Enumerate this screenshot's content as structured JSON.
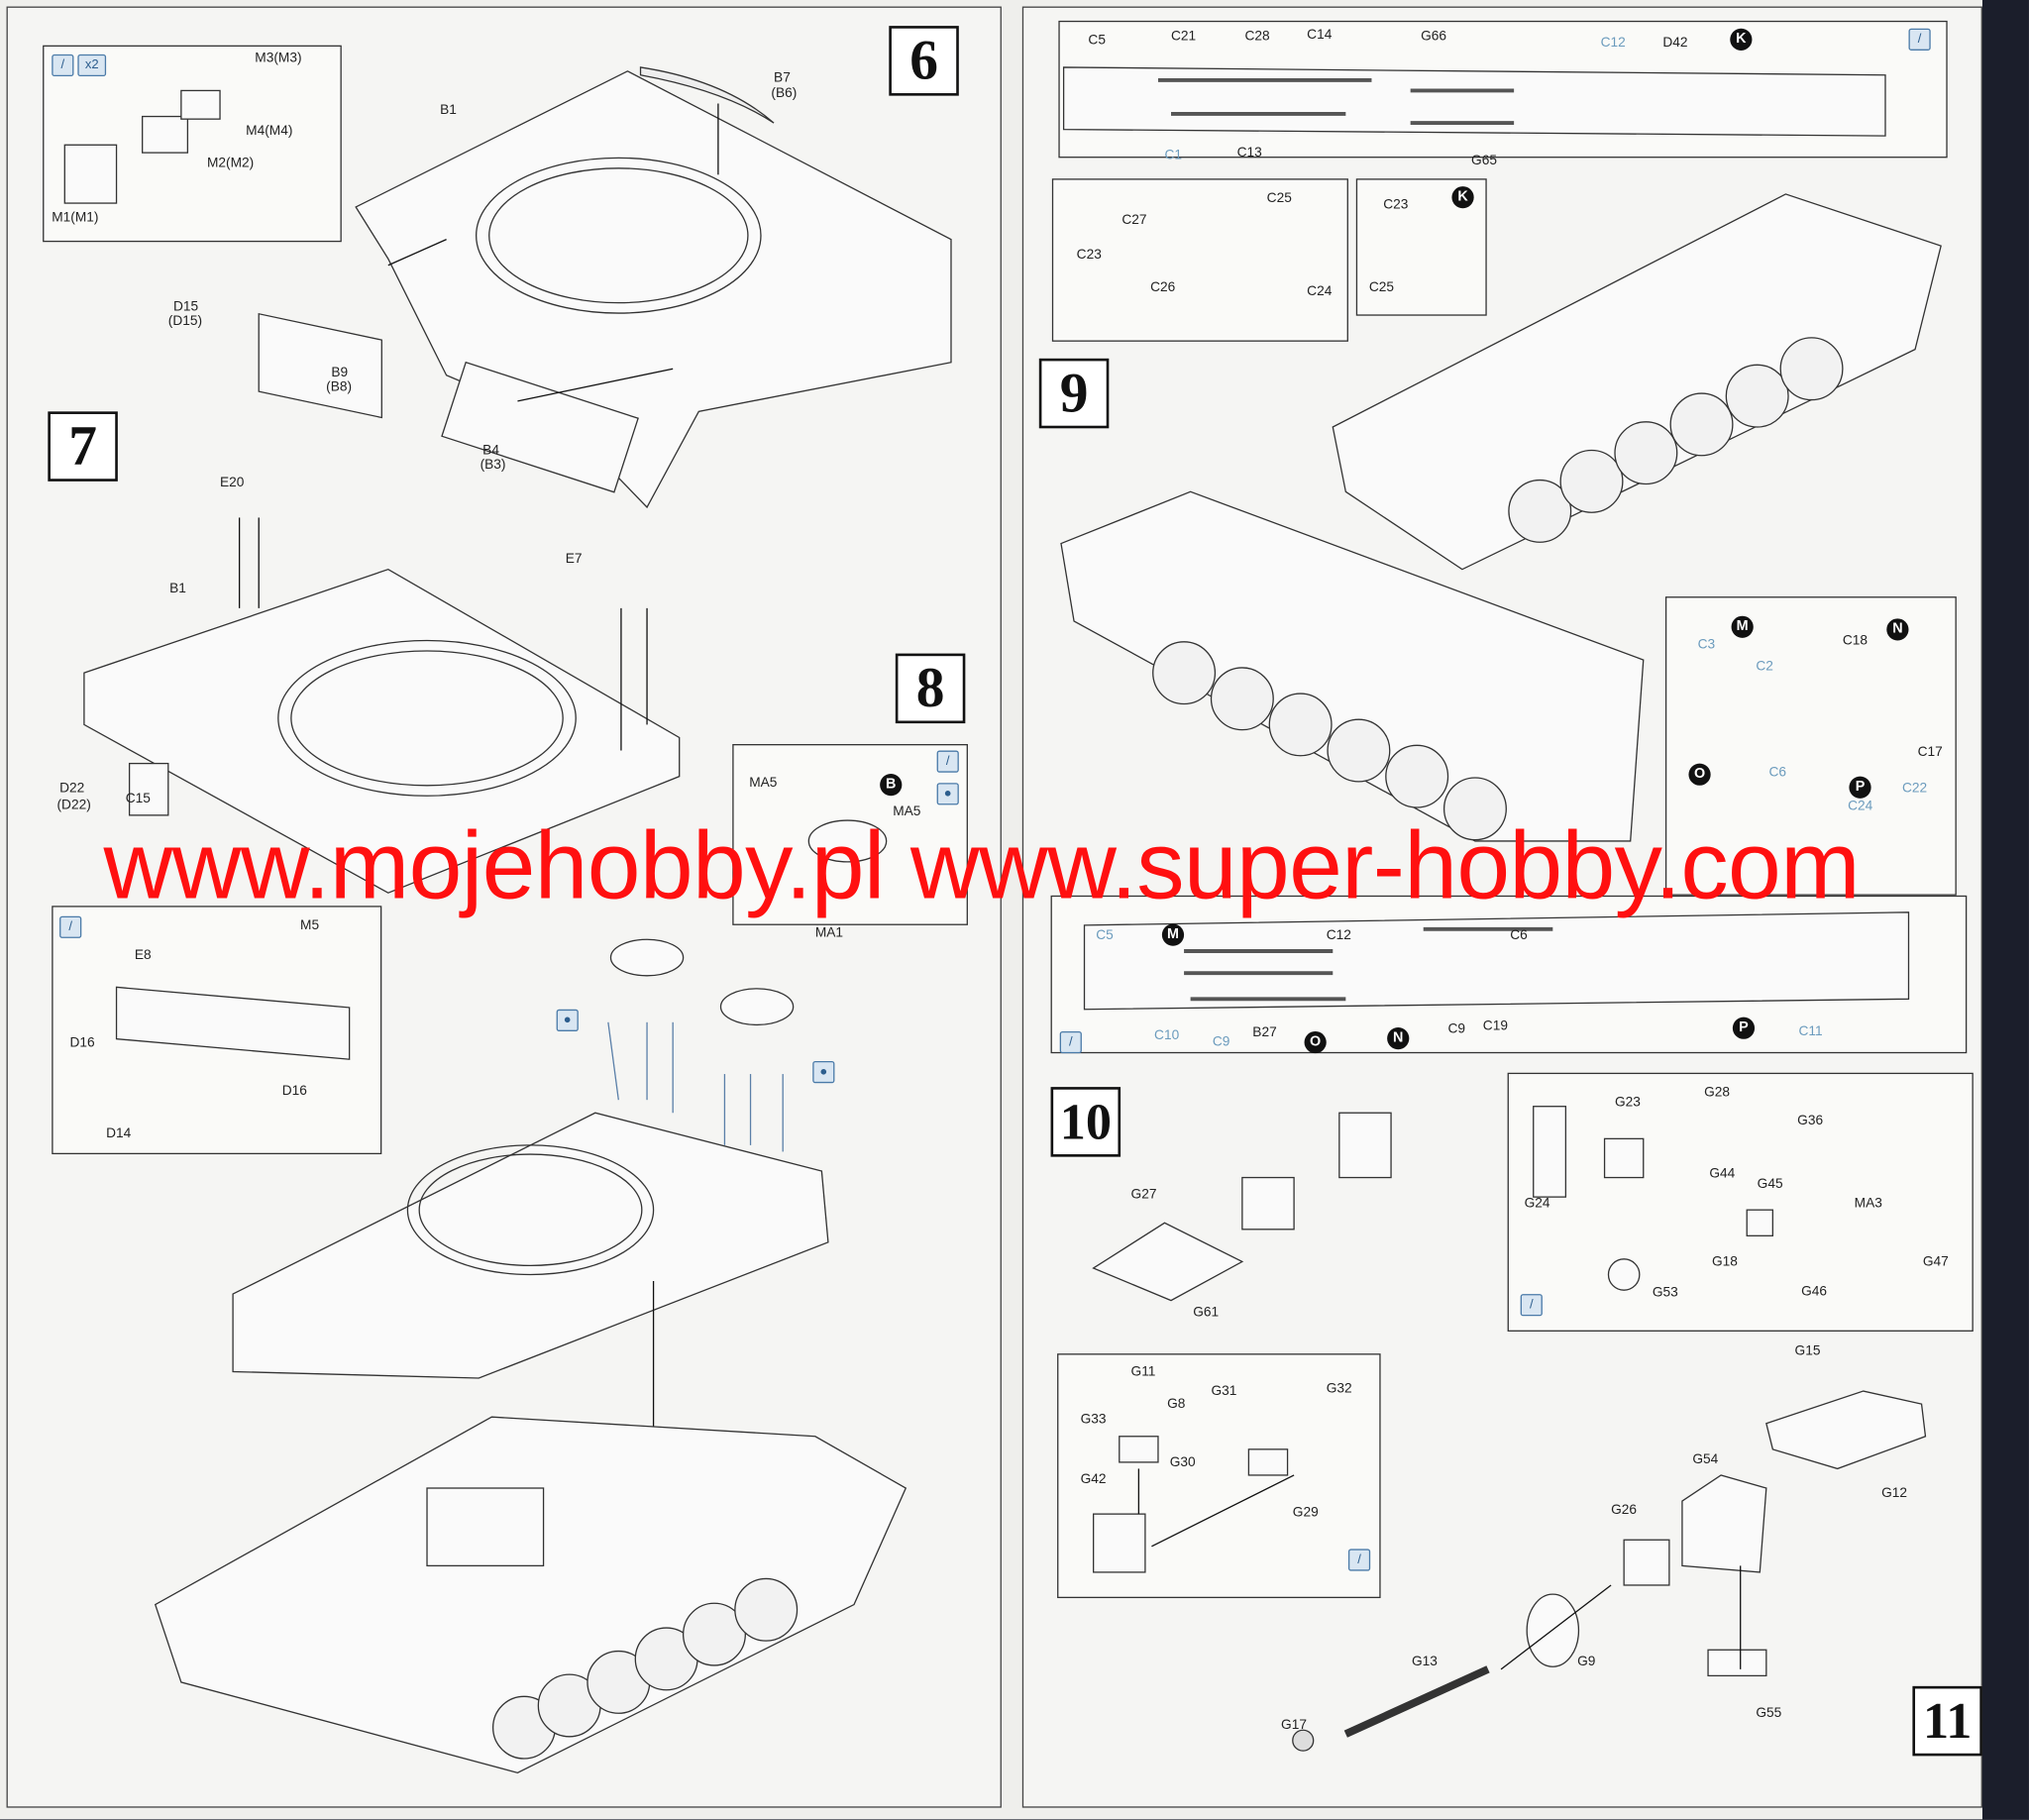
{
  "watermark": "www.mojehobby.pl www.super-hobby.com",
  "steps": [
    "6",
    "7",
    "8",
    "9",
    "10",
    "11"
  ],
  "quantity_badge": "x2",
  "colors": {
    "watermark": "#ff1010",
    "label": "#222222",
    "label_alt": "#6b9bbd",
    "marker": "#111111"
  },
  "parts": [
    {
      "text": "M3(M3)",
      "tone": "label"
    },
    {
      "text": "M4(M4)",
      "tone": "label"
    },
    {
      "text": "M2(M2)",
      "tone": "label"
    },
    {
      "text": "M1(M1)",
      "tone": "label"
    },
    {
      "text": "B7",
      "tone": "label"
    },
    {
      "text": "(B6)",
      "tone": "label"
    },
    {
      "text": "B1",
      "tone": "label"
    },
    {
      "text": "D15",
      "tone": "label"
    },
    {
      "text": "(D15)",
      "tone": "label"
    },
    {
      "text": "B9",
      "tone": "label"
    },
    {
      "text": "(B8)",
      "tone": "label"
    },
    {
      "text": "B4",
      "tone": "label"
    },
    {
      "text": "(B3)",
      "tone": "label"
    },
    {
      "text": "E20",
      "tone": "label"
    },
    {
      "text": "B1",
      "tone": "label"
    },
    {
      "text": "E7",
      "tone": "label"
    },
    {
      "text": "D22",
      "tone": "label"
    },
    {
      "text": "(D22)",
      "tone": "label"
    },
    {
      "text": "C15",
      "tone": "label"
    },
    {
      "text": "M5",
      "tone": "label"
    },
    {
      "text": "E8",
      "tone": "label"
    },
    {
      "text": "D16",
      "tone": "label"
    },
    {
      "text": "D16",
      "tone": "label"
    },
    {
      "text": "D14",
      "tone": "label"
    },
    {
      "text": "MA5",
      "tone": "label"
    },
    {
      "text": "MA5",
      "tone": "label"
    },
    {
      "text": "MA1",
      "tone": "label"
    },
    {
      "text": "C5",
      "tone": "label"
    },
    {
      "text": "C21",
      "tone": "label"
    },
    {
      "text": "C28",
      "tone": "label"
    },
    {
      "text": "C14",
      "tone": "label"
    },
    {
      "text": "G66",
      "tone": "label"
    },
    {
      "text": "C12",
      "tone": "alt"
    },
    {
      "text": "D42",
      "tone": "label"
    },
    {
      "text": "C1",
      "tone": "alt"
    },
    {
      "text": "C13",
      "tone": "label"
    },
    {
      "text": "G65",
      "tone": "label"
    },
    {
      "text": "C25",
      "tone": "label"
    },
    {
      "text": "C27",
      "tone": "label"
    },
    {
      "text": "C23",
      "tone": "label"
    },
    {
      "text": "C26",
      "tone": "label"
    },
    {
      "text": "C24",
      "tone": "label"
    },
    {
      "text": "C23",
      "tone": "label"
    },
    {
      "text": "C25",
      "tone": "label"
    },
    {
      "text": "C3",
      "tone": "alt"
    },
    {
      "text": "C2",
      "tone": "alt"
    },
    {
      "text": "C18",
      "tone": "label"
    },
    {
      "text": "C17",
      "tone": "label"
    },
    {
      "text": "C6",
      "tone": "alt"
    },
    {
      "text": "C24",
      "tone": "alt"
    },
    {
      "text": "C22",
      "tone": "alt"
    },
    {
      "text": "C5",
      "tone": "alt"
    },
    {
      "text": "C12",
      "tone": "label"
    },
    {
      "text": "C6",
      "tone": "label"
    },
    {
      "text": "C10",
      "tone": "alt"
    },
    {
      "text": "C9",
      "tone": "alt"
    },
    {
      "text": "B27",
      "tone": "label"
    },
    {
      "text": "C9",
      "tone": "label"
    },
    {
      "text": "C19",
      "tone": "label"
    },
    {
      "text": "C11",
      "tone": "alt"
    },
    {
      "text": "G27",
      "tone": "label"
    },
    {
      "text": "G61",
      "tone": "label"
    },
    {
      "text": "G23",
      "tone": "label"
    },
    {
      "text": "G28",
      "tone": "label"
    },
    {
      "text": "G36",
      "tone": "label"
    },
    {
      "text": "G44",
      "tone": "label"
    },
    {
      "text": "G45",
      "tone": "label"
    },
    {
      "text": "MA3",
      "tone": "label"
    },
    {
      "text": "G24",
      "tone": "label"
    },
    {
      "text": "G18",
      "tone": "label"
    },
    {
      "text": "G47",
      "tone": "label"
    },
    {
      "text": "G53",
      "tone": "label"
    },
    {
      "text": "G46",
      "tone": "label"
    },
    {
      "text": "G11",
      "tone": "label"
    },
    {
      "text": "G8",
      "tone": "label"
    },
    {
      "text": "G33",
      "tone": "label"
    },
    {
      "text": "G31",
      "tone": "label"
    },
    {
      "text": "G32",
      "tone": "label"
    },
    {
      "text": "G30",
      "tone": "label"
    },
    {
      "text": "G29",
      "tone": "label"
    },
    {
      "text": "G42",
      "tone": "label"
    },
    {
      "text": "G15",
      "tone": "label"
    },
    {
      "text": "G54",
      "tone": "label"
    },
    {
      "text": "G12",
      "tone": "label"
    },
    {
      "text": "G26",
      "tone": "label"
    },
    {
      "text": "G9",
      "tone": "label"
    },
    {
      "text": "G13",
      "tone": "label"
    },
    {
      "text": "G55",
      "tone": "label"
    },
    {
      "text": "G17",
      "tone": "label"
    }
  ],
  "markers": [
    "B",
    "K",
    "K",
    "M",
    "N",
    "O",
    "P",
    "M",
    "O",
    "N",
    "P"
  ]
}
